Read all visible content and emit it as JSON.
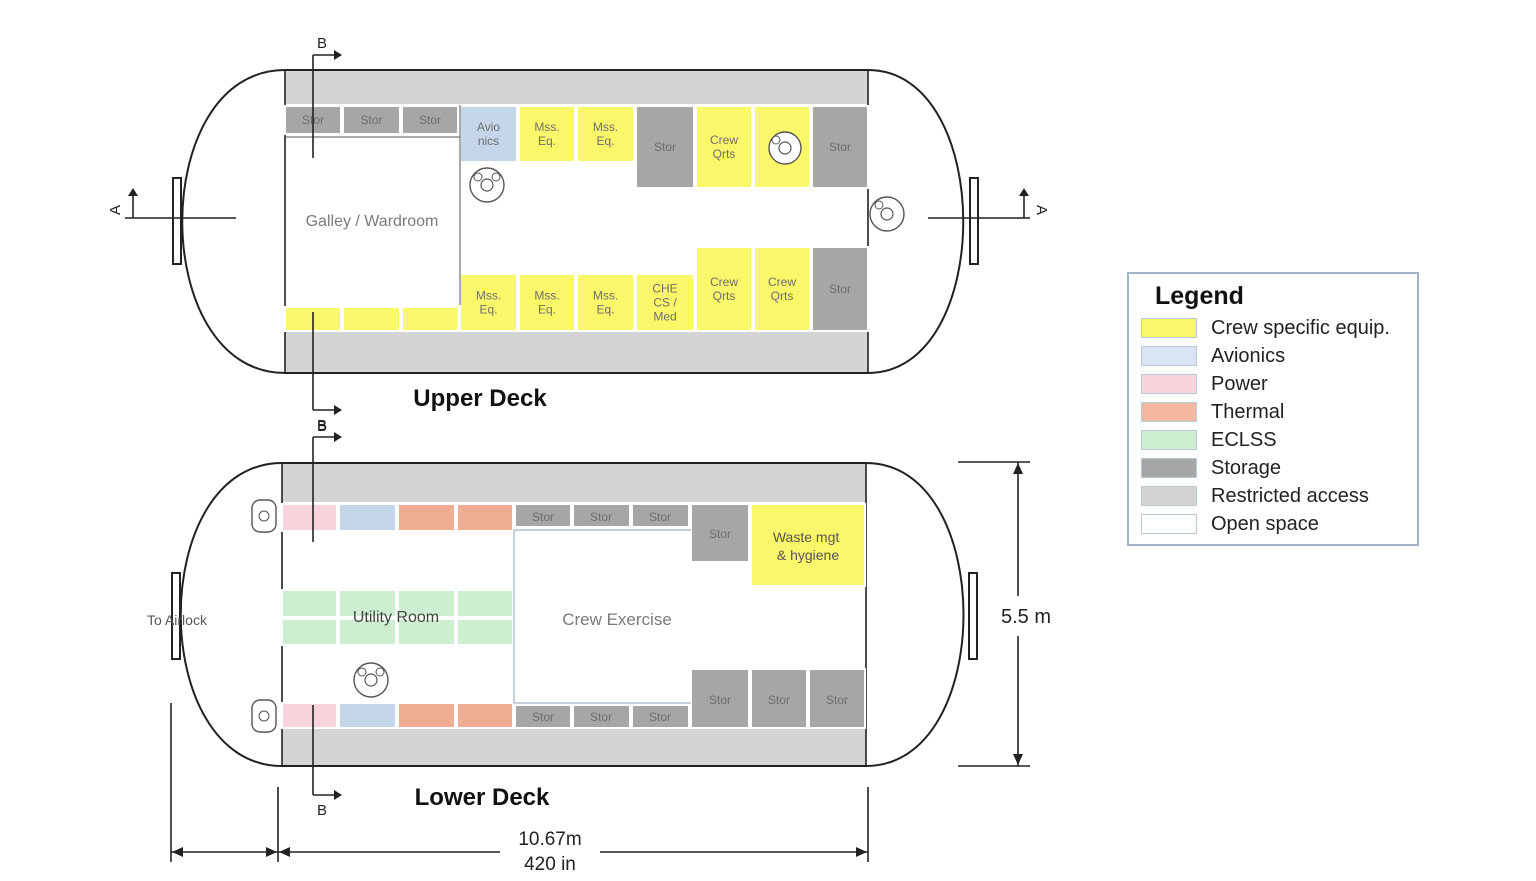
{
  "upper_deck": {
    "title": "Upper Deck",
    "room": "Galley / Wardroom",
    "top_cells": [
      {
        "label": "Stor",
        "kind": "storage"
      },
      {
        "label": "Stor",
        "kind": "storage"
      },
      {
        "label": "Stor",
        "kind": "storage"
      },
      {
        "label": "Avio nics",
        "kind": "avionics"
      },
      {
        "label": "Mss. Eq.",
        "kind": "crew"
      },
      {
        "label": "Mss. Eq.",
        "kind": "crew"
      },
      {
        "label": "Stor",
        "kind": "storage"
      },
      {
        "label": "Crew Qrts",
        "kind": "crew"
      },
      {
        "label": "",
        "kind": "crew"
      },
      {
        "label": "Stor",
        "kind": "storage"
      }
    ],
    "bottom_cells": [
      {
        "label": "",
        "kind": "crew"
      },
      {
        "label": "",
        "kind": "crew"
      },
      {
        "label": "",
        "kind": "crew"
      },
      {
        "label": "Mss. Eq.",
        "kind": "crew"
      },
      {
        "label": "Mss. Eq.",
        "kind": "crew"
      },
      {
        "label": "Mss. Eq.",
        "kind": "crew"
      },
      {
        "label": "CHE CS / Med",
        "kind": "crew"
      },
      {
        "label": "Crew Qrts",
        "kind": "crew"
      },
      {
        "label": "Crew Qrts",
        "kind": "crew"
      },
      {
        "label": "Stor",
        "kind": "storage"
      }
    ]
  },
  "lower_deck": {
    "title": "Lower Deck",
    "utility_room": "Utility Room",
    "exercise": "Crew Exercise",
    "waste": "Waste mgt & hygiene",
    "airlock": "To Airlock",
    "top_stor": [
      "Stor",
      "Stor",
      "Stor"
    ],
    "mid_stor": "Stor",
    "bottom_stor": [
      "Stor",
      "Stor",
      "Stor"
    ],
    "bottom_right_stor": [
      "Stor",
      "Stor",
      "Stor"
    ]
  },
  "sections": {
    "a": "A",
    "b": "B"
  },
  "dimensions": {
    "height": "5.5 m",
    "length_m": "10.67m",
    "length_in": "420 in"
  },
  "legend": {
    "title": "Legend",
    "items": [
      {
        "label": "Crew specific equip.",
        "color": "#fbf76a"
      },
      {
        "label": "Avionics",
        "color": "#d9e5f3"
      },
      {
        "label": "Power",
        "color": "#f8d3dc"
      },
      {
        "label": "Thermal",
        "color": "#f4b79f"
      },
      {
        "label": "ECLSS",
        "color": "#cdeed1"
      },
      {
        "label": "Storage",
        "color": "#a6a6a6"
      },
      {
        "label": "Restricted access",
        "color": "#d4d4d4"
      },
      {
        "label": "Open space",
        "color": "#ffffff"
      }
    ]
  },
  "colors": {
    "crew": "#fbf76a",
    "avionics": "#c5d6ea",
    "power": "#f8d3dc",
    "thermal": "#f1ad93",
    "eclss": "#cdeed1",
    "storage": "#a6a6a6",
    "restricted": "#d4d4d4"
  }
}
